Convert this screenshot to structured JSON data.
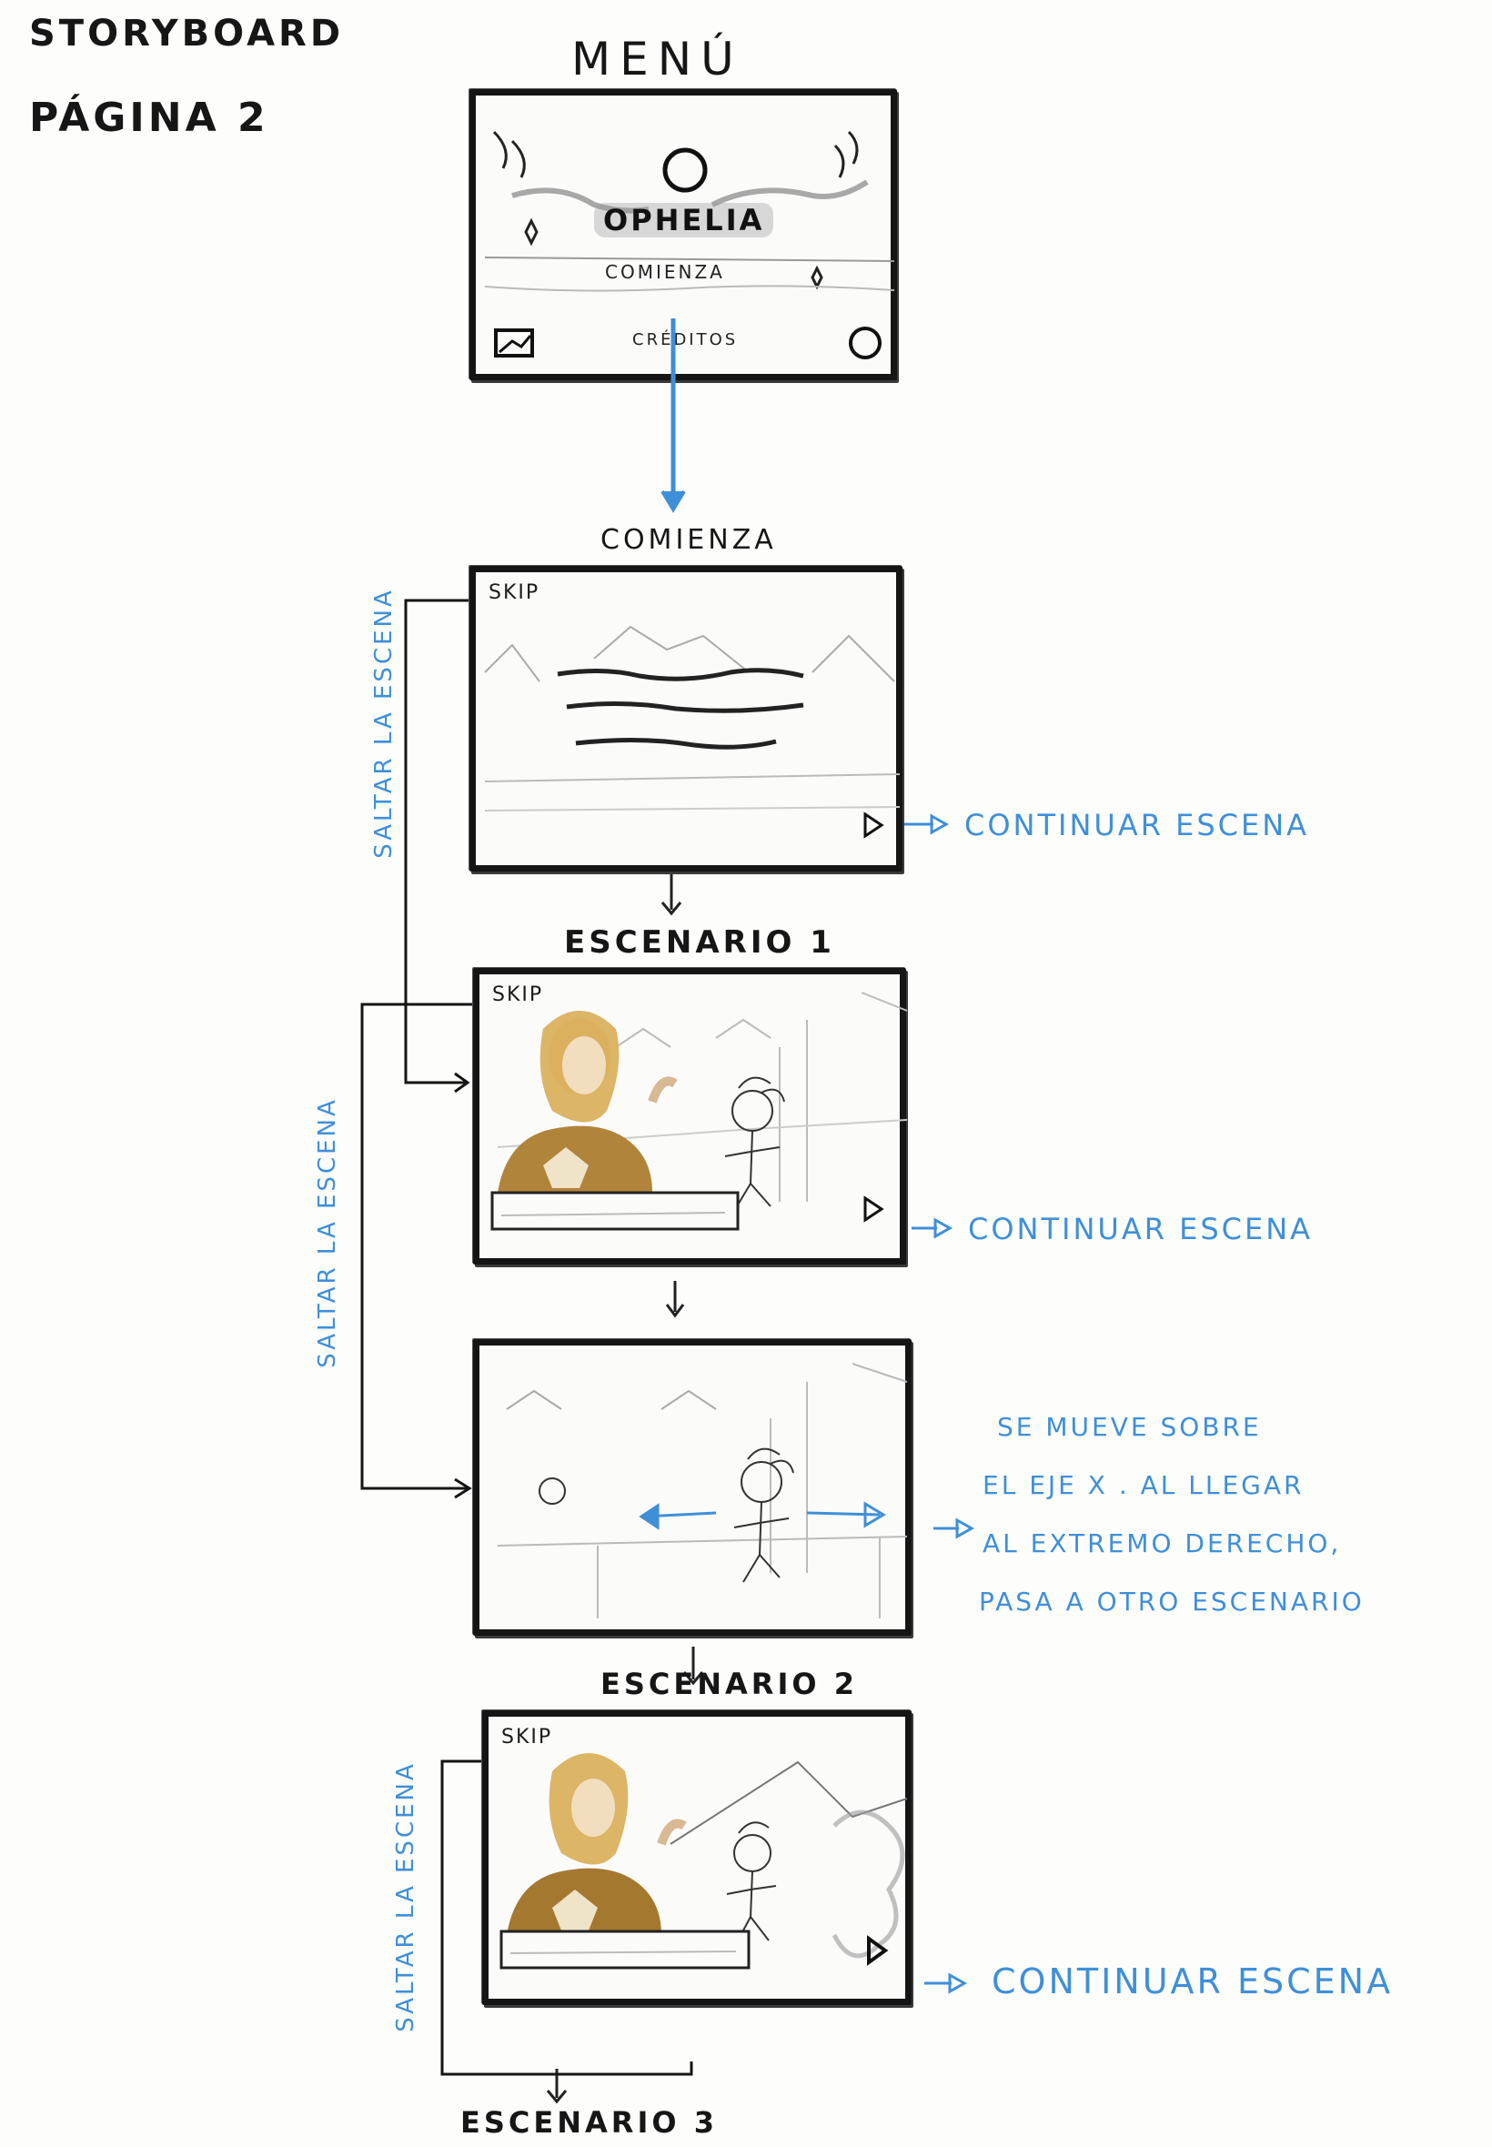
{
  "header": {
    "title_line1": "STORYBOARD",
    "title_line2": "PÁGINA 2"
  },
  "menu": {
    "heading": "MENÚ",
    "logo_text": "OPHELIA",
    "start_button": "COMIENZA",
    "credits_button": "CRÉDITOS"
  },
  "scenes": {
    "intro_heading": "COMIENZA",
    "scenario1_heading": "ESCENARIO 1",
    "scenario2_heading": "ESCENARIO 2",
    "scenario3_heading": "ESCENARIO 3",
    "skip_label": "SKIP"
  },
  "annotations": {
    "continue_1": "CONTINUAR ESCENA",
    "continue_2": "CONTINUAR ESCENA",
    "continue_3": "CONTINUAR ESCENA",
    "skip_scene_1": "SALTAR LA ESCENA",
    "skip_scene_2": "SALTAR LA ESCENA",
    "skip_scene_3": "SALTAR LA ESCENA",
    "movement_line1": "SE MUEVE SOBRE",
    "movement_line2": "EL EJE X . AL LLEGAR",
    "movement_line3": "AL EXTREMO DERECHO,",
    "movement_line4": "PASA A OTRO ESCENARIO"
  },
  "colors": {
    "ink": "#151515",
    "annotation_blue": "#3f8fd8",
    "character_gold": "#c8902f",
    "character_brown": "#6b4a22"
  }
}
